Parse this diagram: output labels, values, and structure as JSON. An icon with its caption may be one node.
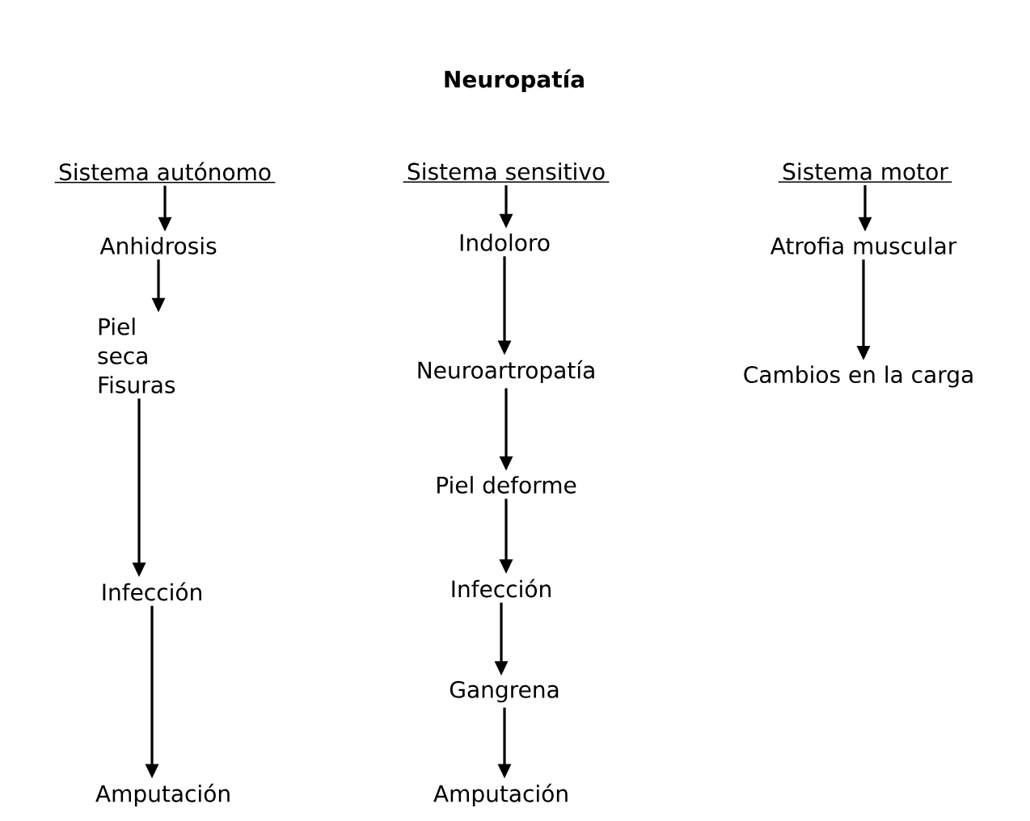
{
  "diagram": {
    "title": "Neuropatía",
    "nodes": [
      {
        "text": [
          "Sistema autónomo"
        ]
      },
      {
        "text": [
          "Anhidrosis"
        ]
      },
      {
        "text": [
          "Piel seca Fisuras"
        ]
      },
      {
        "text": [
          "Infección"
        ]
      },
      {
        "text": [
          "Amputación"
        ]
      },
      {
        "text": [
          "Sistema sensitivo"
        ]
      },
      {
        "text": [
          "Indoloro"
        ]
      },
      {
        "text": [
          "Neuroartropatía"
        ]
      },
      {
        "text": [
          "Piel deforme"
        ]
      },
      {
        "text": [
          "Infección"
        ]
      },
      {
        "text": [
          "Gangrena"
        ]
      },
      {
        "text": [
          "Amputación"
        ]
      },
      {
        "text": [
          "Sistema motor"
        ]
      },
      {
        "text": [
          "Atrofia muscular"
        ]
      },
      {
        "text": [
          "Cambios en la carga"
        ]
      }
    ],
    "edges": [
      {
        "from": 0,
        "to": 1,
        "arrow": "to"
      },
      {
        "from": 1,
        "to": 2,
        "arrow": "to"
      },
      {
        "from": 2,
        "to": 3,
        "arrow": "to"
      },
      {
        "from": 3,
        "to": 4,
        "arrow": "to"
      },
      {
        "from": 5,
        "to": 6,
        "arrow": "to"
      },
      {
        "from": 6,
        "to": 7,
        "arrow": "to"
      },
      {
        "from": 7,
        "to": 8,
        "arrow": "to"
      },
      {
        "from": 8,
        "to": 9,
        "arrow": "to"
      },
      {
        "from": 9,
        "to": 10,
        "arrow": "to"
      },
      {
        "from": 10,
        "to": 11,
        "arrow": "to"
      },
      {
        "from": 12,
        "to": 13,
        "arrow": "to"
      },
      {
        "from": 13,
        "to": 14,
        "arrow": "to"
      }
    ]
  }
}
